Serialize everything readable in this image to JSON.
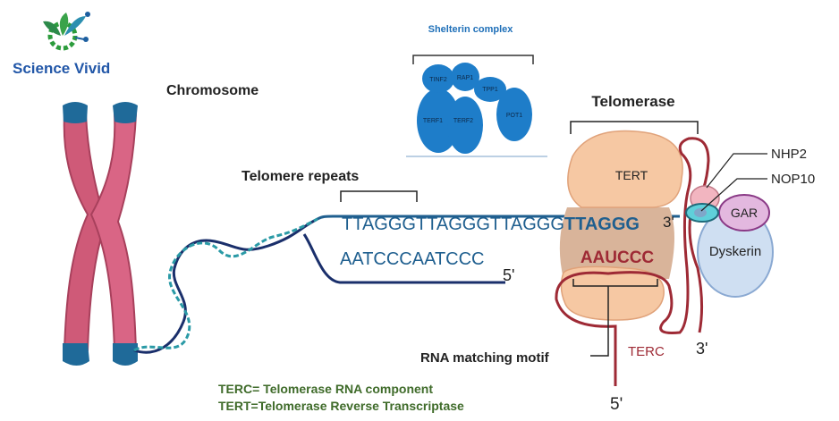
{
  "brand": {
    "name": "Science Vivid"
  },
  "labels": {
    "chromosome": "Chromosome",
    "shelterin": "Shelterin complex",
    "telomere_repeats": "Telomere repeats",
    "telomerase": "Telomerase",
    "strand_top": "TTAGGGTTAGGGTTAGGG",
    "strand_top_bold": "TTAGGG",
    "strand_top_3prime": "3'",
    "strand_bottom": "AATCCCAATCCC",
    "strand_bottom_5prime": "5'",
    "tert": "TERT",
    "template": "AAUCCC",
    "terc": "TERC",
    "terc_5prime": "5'",
    "terc_3prime": "3'",
    "nhp2": "NHP2",
    "nop10": "NOP10",
    "gar": "GAR",
    "dyskerin": "Dyskerin",
    "rna_motif": "RNA matching motif"
  },
  "shelterin_proteins": {
    "tinf2": "TINF2",
    "rap1": "RAP1",
    "tpp1": "TPP1",
    "terf1": "TERF1",
    "terf2": "TERF2",
    "pot1": "POT1"
  },
  "legend": {
    "line1": "TERC= Telomerase RNA component",
    "line2": "TERT=Telomerase Reverse Transcriptase"
  },
  "colors": {
    "chromosome_pink": "#cf5a78",
    "telomere_blue": "#1f6a99",
    "dna_navy": "#1a2f6b",
    "dna_teal": "#2a9aa6",
    "shelterin_blue": "#1e7dc9",
    "tert_peach": "#f6c8a3",
    "terc_red": "#9e2a35",
    "dyskerin_blue": "#cfdff2",
    "gar_purple": "#e3b8df",
    "nop10_cyan": "#5fd0da",
    "nhp2_pink": "#f2b5c0",
    "legend_green": "#3f6b2a",
    "strand_blue": "#1f5f8f"
  }
}
